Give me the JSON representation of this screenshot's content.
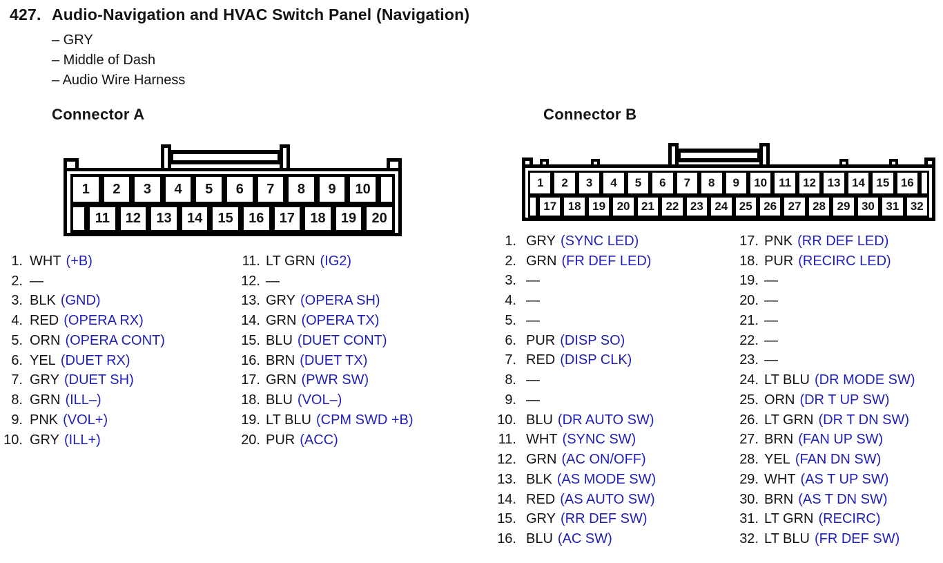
{
  "page": {
    "item_number": "427.",
    "title": "Audio-Navigation and HVAC Switch Panel (Navigation)",
    "details": [
      "– GRY",
      "– Middle of Dash",
      "– Audio Wire Harness"
    ],
    "colors": {
      "signal_blue": "#1f1fb8",
      "ink": "#141414"
    }
  },
  "connector_a": {
    "heading": "Connector A",
    "diagram": {
      "top_row": [
        "1",
        "2",
        "3",
        "4",
        "5",
        "6",
        "7",
        "8",
        "9",
        "10"
      ],
      "bottom_row": [
        "11",
        "12",
        "13",
        "14",
        "15",
        "16",
        "17",
        "18",
        "19",
        "20"
      ]
    },
    "list_col1": [
      {
        "n": "1.",
        "wire": "WHT",
        "sig": "(+B)"
      },
      {
        "n": "2.",
        "wire": "—",
        "sig": ""
      },
      {
        "n": "3.",
        "wire": "BLK",
        "sig": "(GND)"
      },
      {
        "n": "4.",
        "wire": "RED",
        "sig": "(OPERA RX)"
      },
      {
        "n": "5.",
        "wire": "ORN",
        "sig": "(OPERA CONT)"
      },
      {
        "n": "6.",
        "wire": "YEL",
        "sig": "(DUET RX)"
      },
      {
        "n": "7.",
        "wire": "GRY",
        "sig": "(DUET SH)"
      },
      {
        "n": "8.",
        "wire": "GRN",
        "sig": "(ILL–)"
      },
      {
        "n": "9.",
        "wire": "PNK",
        "sig": "(VOL+)"
      },
      {
        "n": "10.",
        "wire": "GRY",
        "sig": "(ILL+)"
      }
    ],
    "list_col2": [
      {
        "n": "11.",
        "wire": "LT GRN",
        "sig": "(IG2)"
      },
      {
        "n": "12.",
        "wire": "—",
        "sig": ""
      },
      {
        "n": "13.",
        "wire": "GRY",
        "sig": "(OPERA SH)"
      },
      {
        "n": "14.",
        "wire": "GRN",
        "sig": "(OPERA TX)"
      },
      {
        "n": "15.",
        "wire": "BLU",
        "sig": "(DUET CONT)"
      },
      {
        "n": "16.",
        "wire": "BRN",
        "sig": "(DUET TX)"
      },
      {
        "n": "17.",
        "wire": "GRN",
        "sig": "(PWR SW)"
      },
      {
        "n": "18.",
        "wire": "BLU",
        "sig": "(VOL–)"
      },
      {
        "n": "19.",
        "wire": "LT BLU",
        "sig": "(CPM SWD +B)"
      },
      {
        "n": "20.",
        "wire": "PUR",
        "sig": "(ACC)"
      }
    ]
  },
  "connector_b": {
    "heading": "Connector B",
    "diagram": {
      "top_row": [
        "1",
        "2",
        "3",
        "4",
        "5",
        "6",
        "7",
        "8",
        "9",
        "10",
        "11",
        "12",
        "13",
        "14",
        "15",
        "16"
      ],
      "bottom_row": [
        "17",
        "18",
        "19",
        "20",
        "21",
        "22",
        "23",
        "24",
        "25",
        "26",
        "27",
        "28",
        "29",
        "30",
        "31",
        "32"
      ]
    },
    "list_col1": [
      {
        "n": "1.",
        "wire": "GRY",
        "sig": "(SYNC LED)"
      },
      {
        "n": "2.",
        "wire": "GRN",
        "sig": "(FR DEF LED)"
      },
      {
        "n": "3.",
        "wire": "—",
        "sig": ""
      },
      {
        "n": "4.",
        "wire": "—",
        "sig": ""
      },
      {
        "n": "5.",
        "wire": "—",
        "sig": ""
      },
      {
        "n": "6.",
        "wire": "PUR",
        "sig": "(DISP SO)"
      },
      {
        "n": "7.",
        "wire": "RED",
        "sig": "(DISP CLK)"
      },
      {
        "n": "8.",
        "wire": "—",
        "sig": ""
      },
      {
        "n": "9.",
        "wire": "—",
        "sig": ""
      },
      {
        "n": "10.",
        "wire": "BLU",
        "sig": "(DR AUTO SW)"
      },
      {
        "n": "11.",
        "wire": "WHT",
        "sig": "(SYNC SW)"
      },
      {
        "n": "12.",
        "wire": "GRN",
        "sig": "(AC ON/OFF)"
      },
      {
        "n": "13.",
        "wire": "BLK",
        "sig": "(AS MODE SW)"
      },
      {
        "n": "14.",
        "wire": "RED",
        "sig": "(AS AUTO SW)"
      },
      {
        "n": "15.",
        "wire": "GRY",
        "sig": "(RR DEF SW)"
      },
      {
        "n": "16.",
        "wire": "BLU",
        "sig": "(AC SW)"
      }
    ],
    "list_col2": [
      {
        "n": "17.",
        "wire": "PNK",
        "sig": "(RR DEF LED)"
      },
      {
        "n": "18.",
        "wire": "PUR",
        "sig": "(RECIRC LED)"
      },
      {
        "n": "19.",
        "wire": "—",
        "sig": ""
      },
      {
        "n": "20.",
        "wire": "—",
        "sig": ""
      },
      {
        "n": "21.",
        "wire": "—",
        "sig": ""
      },
      {
        "n": "22.",
        "wire": "—",
        "sig": ""
      },
      {
        "n": "23.",
        "wire": "—",
        "sig": ""
      },
      {
        "n": "24.",
        "wire": "LT BLU",
        "sig": "(DR MODE SW)"
      },
      {
        "n": "25.",
        "wire": "ORN",
        "sig": "(DR T UP SW)"
      },
      {
        "n": "26.",
        "wire": "LT GRN",
        "sig": "(DR T DN SW)"
      },
      {
        "n": "27.",
        "wire": "BRN",
        "sig": "(FAN UP SW)"
      },
      {
        "n": "28.",
        "wire": "YEL",
        "sig": "(FAN DN SW)"
      },
      {
        "n": "29.",
        "wire": "WHT",
        "sig": "(AS T UP SW)"
      },
      {
        "n": "30.",
        "wire": "BRN",
        "sig": "(AS T DN SW)"
      },
      {
        "n": "31.",
        "wire": "LT GRN",
        "sig": "(RECIRC)"
      },
      {
        "n": "32.",
        "wire": "LT BLU",
        "sig": "(FR DEF SW)"
      }
    ]
  }
}
